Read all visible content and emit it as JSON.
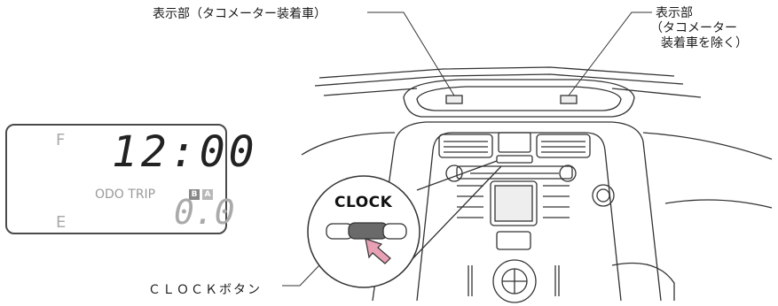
{
  "labels": {
    "display_tacho": "表示部（タコメーター装着車）",
    "display_no_tacho_line1": "表示部",
    "display_no_tacho_line2": "（タコメーター",
    "display_no_tacho_line3": "装着車を除く）",
    "clock_button": "ＣＬＯＣＫボタン"
  },
  "lcd": {
    "time": "12:00",
    "fuel_full": "F",
    "fuel_empty": "E",
    "odo_trip": "ODO TRIP",
    "trip_b": "B",
    "trip_a": "A",
    "trip_value": "0.0"
  },
  "callout": {
    "clock_label": "CLOCK"
  },
  "colors": {
    "line": "#333333",
    "lcd_segment_on": "#222222",
    "lcd_segment_off": "#b0b0b0",
    "button_pressed": "#666666",
    "hand_fill": "#e8a0b4"
  }
}
